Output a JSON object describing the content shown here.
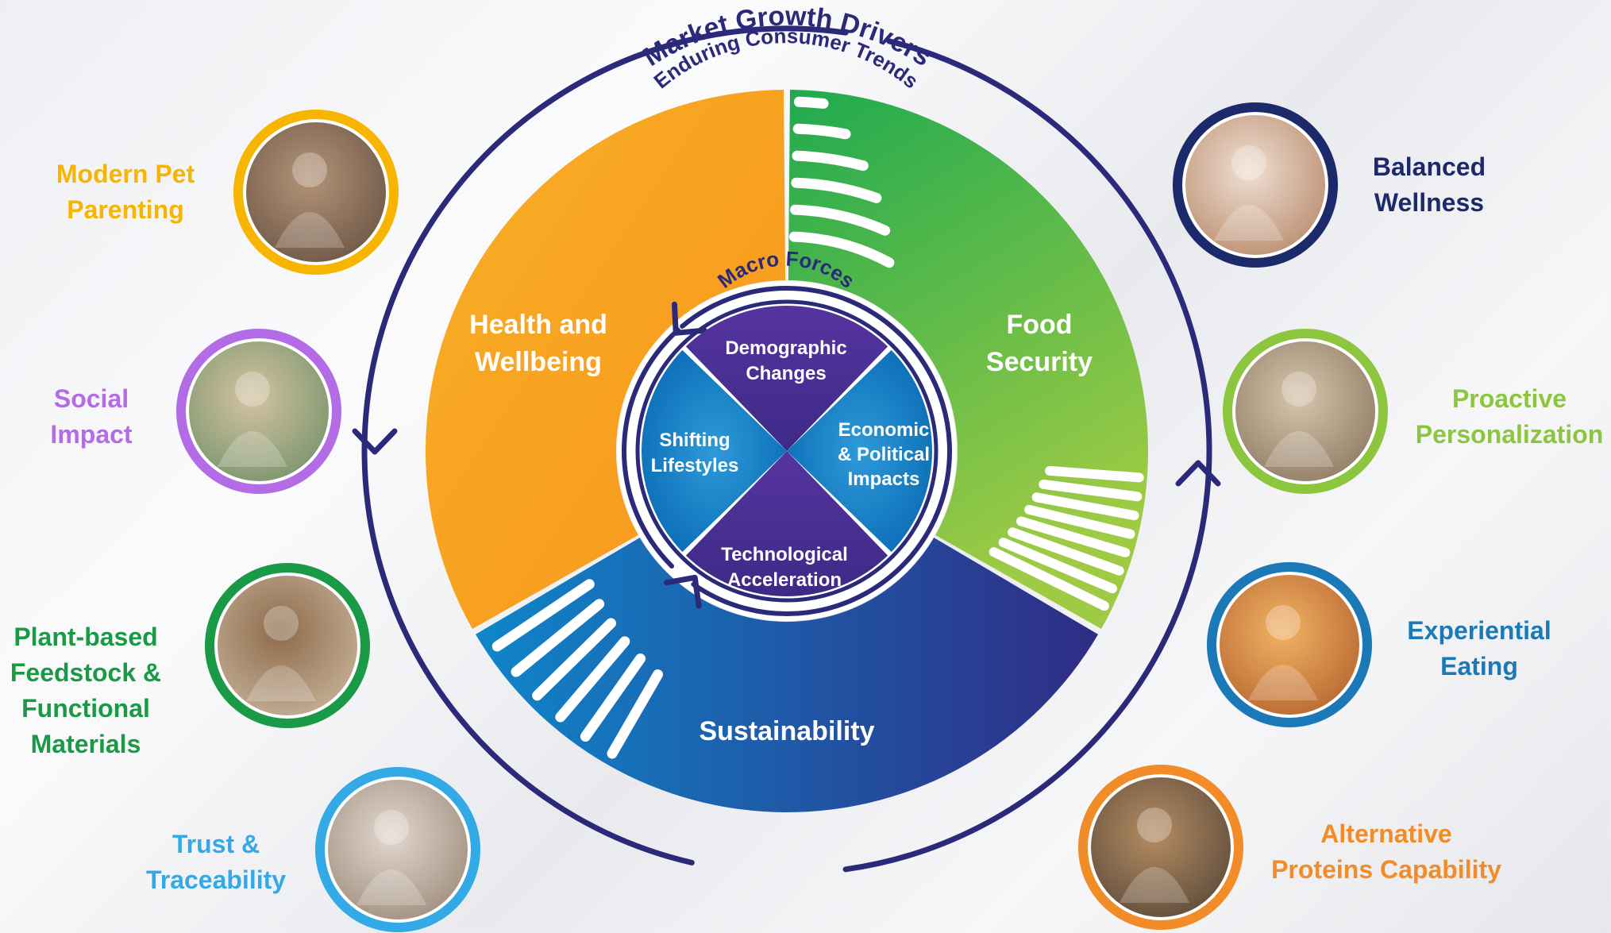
{
  "outer_title": "Market Growth Drivers",
  "ring_title": "Enduring Consumer Trends",
  "core_title": "Macro Forces",
  "segments": {
    "health": [
      "Health and",
      "Wellbeing"
    ],
    "food": [
      "Food",
      "Security"
    ],
    "sustainability": [
      "Sustainability"
    ]
  },
  "forces": {
    "top": [
      "Demographic",
      "Changes"
    ],
    "left": [
      "Shifting",
      "Lifestyles"
    ],
    "right": [
      "Economic",
      "& Political",
      "Impacts"
    ],
    "bottom": [
      "Technological",
      "Acceleration"
    ]
  },
  "drivers": [
    {
      "lines": [
        "Modern Pet",
        "Parenting"
      ],
      "color": "#f7b500",
      "photo": "couple-with-pets-photo"
    },
    {
      "lines": [
        "Social",
        "Impact"
      ],
      "color": "#b36be6",
      "photo": "farmers-with-carrots-photo"
    },
    {
      "lines": [
        "Plant-based",
        "Feedstock &",
        "Functional",
        "Materials"
      ],
      "color": "#1a9a46",
      "photo": "paper-cup-photo"
    },
    {
      "lines": [
        "Trust &",
        "Traceability"
      ],
      "color": "#33a9e6",
      "photo": "shopper-in-store-photo"
    },
    {
      "lines": [
        "Balanced",
        "Wellness"
      ],
      "color": "#1c2a6b",
      "photo": "women-exercising-photo"
    },
    {
      "lines": [
        "Proactive",
        "Personalization"
      ],
      "color": "#8cc63f",
      "photo": "woman-with-tablet-photo"
    },
    {
      "lines": [
        "Experiential",
        "Eating"
      ],
      "color": "#1b79b8",
      "photo": "food-photography-photo"
    },
    {
      "lines": [
        "Alternative",
        "Proteins Capability"
      ],
      "color": "#f28c28",
      "photo": "man-eating-burger-photo"
    }
  ],
  "colors": {
    "navy": "#2b2a7a",
    "orange": "#f7a21b",
    "green": "#3db158",
    "blue": "#1b7cc2",
    "purple": "#4a2d8a"
  }
}
